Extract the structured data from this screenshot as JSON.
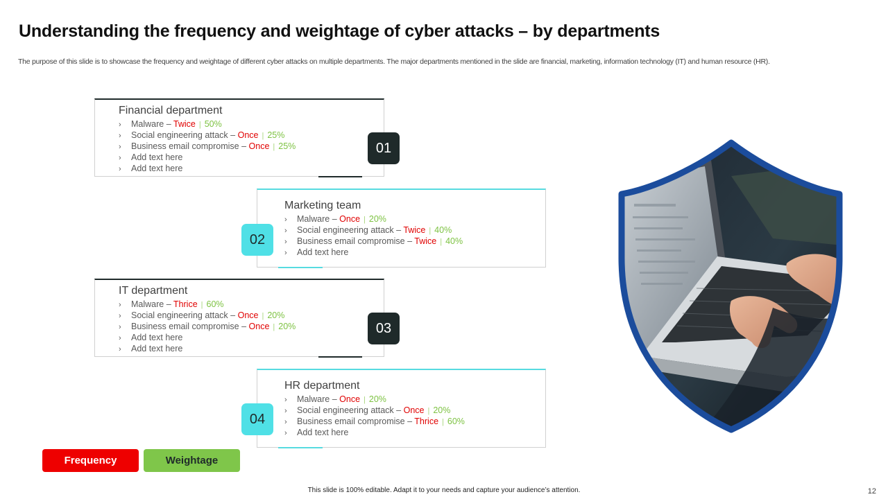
{
  "slide": {
    "title": "Understanding the frequency and weightage of cyber attacks – by departments",
    "subtitle": "The purpose of this slide is to showcase the frequency and weightage of different cyber attacks on multiple departments. The major departments mentioned in the slide are financial, marketing, information technology (IT) and human resource (HR).",
    "footer": "This slide is 100% editable. Adapt it to your needs and capture your audience’s attention.",
    "page_number": "12"
  },
  "departments": [
    {
      "number": "01",
      "title": "Financial department",
      "items": [
        {
          "label": "Malware  –",
          "freq": "Twice",
          "weight": "50%"
        },
        {
          "label": "Social engineering  attack  –",
          "freq": "Once",
          "weight": "25%"
        },
        {
          "label": "Business email compromise –",
          "freq": "Once",
          "weight": "25%"
        },
        {
          "label": "Add text here"
        },
        {
          "label": "Add text here"
        }
      ]
    },
    {
      "number": "02",
      "title": "Marketing team",
      "items": [
        {
          "label": "Malware  –",
          "freq": "Once",
          "weight": "20%"
        },
        {
          "label": "Social engineering  attack  –",
          "freq": "Twice",
          "weight": "40%"
        },
        {
          "label": "Business email compromise –",
          "freq": "Twice",
          "weight": "40%"
        },
        {
          "label": "Add text here"
        }
      ]
    },
    {
      "number": "03",
      "title": "IT department",
      "items": [
        {
          "label": "Malware  –",
          "freq": "Thrice",
          "weight": "60%"
        },
        {
          "label": "Social engineering  attack  –",
          "freq": "Once",
          "weight": "20%"
        },
        {
          "label": "Business email compromise –",
          "freq": "Once",
          "weight": "20%"
        },
        {
          "label": "Add text here"
        },
        {
          "label": "Add text here"
        }
      ]
    },
    {
      "number": "04",
      "title": "HR department",
      "items": [
        {
          "label": "Malware  –",
          "freq": "Once",
          "weight": "20%"
        },
        {
          "label": "Social engineering  attack  –",
          "freq": "Once",
          "weight": "20%"
        },
        {
          "label": "Business email compromise –",
          "freq": "Thrice",
          "weight": "60%"
        },
        {
          "label": "Add text here"
        }
      ]
    }
  ],
  "legend": {
    "frequency_label": "Frequency",
    "weightage_label": "Weightage"
  },
  "colors": {
    "frequency": "#ee0000",
    "weightage": "#7fc64a",
    "dark_accent": "#1f2a2a",
    "cyan_accent": "#4fe0e6",
    "shield_border": "#1b4c9c"
  },
  "icons": {
    "bullet": "chevron-right-icon",
    "image": "shield-laptop-photo"
  }
}
